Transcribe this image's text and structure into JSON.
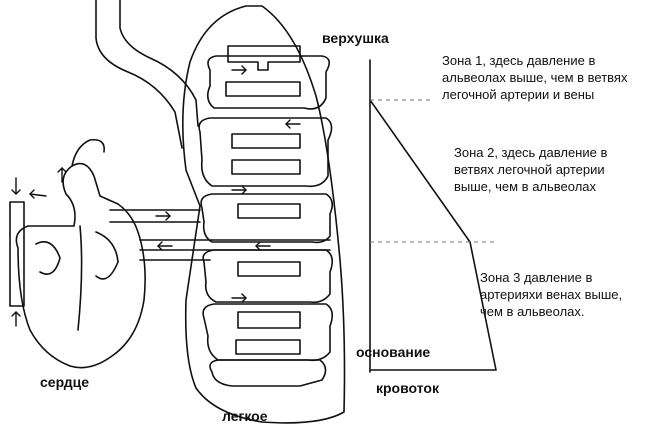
{
  "labels": {
    "apex": "верхушка",
    "base": "основание",
    "blood_flow": "кровоток",
    "heart": "сердце",
    "lung": "легкое"
  },
  "zones": [
    {
      "text": "Зона 1, здесь давление в\nальвеолах выше, чем в ветвях\nлегочной артерии и вены"
    },
    {
      "text": "Зона 2, здесь давление в\nветвях легочной артерии\nвыше, чем в альвеолах"
    },
    {
      "text": "Зона 3 давление в\nартерияхи венах выше,\nчем в альвеолах."
    }
  ],
  "colors": {
    "ink": "#111111",
    "paper": "#ffffff",
    "dashed": "#777777"
  }
}
